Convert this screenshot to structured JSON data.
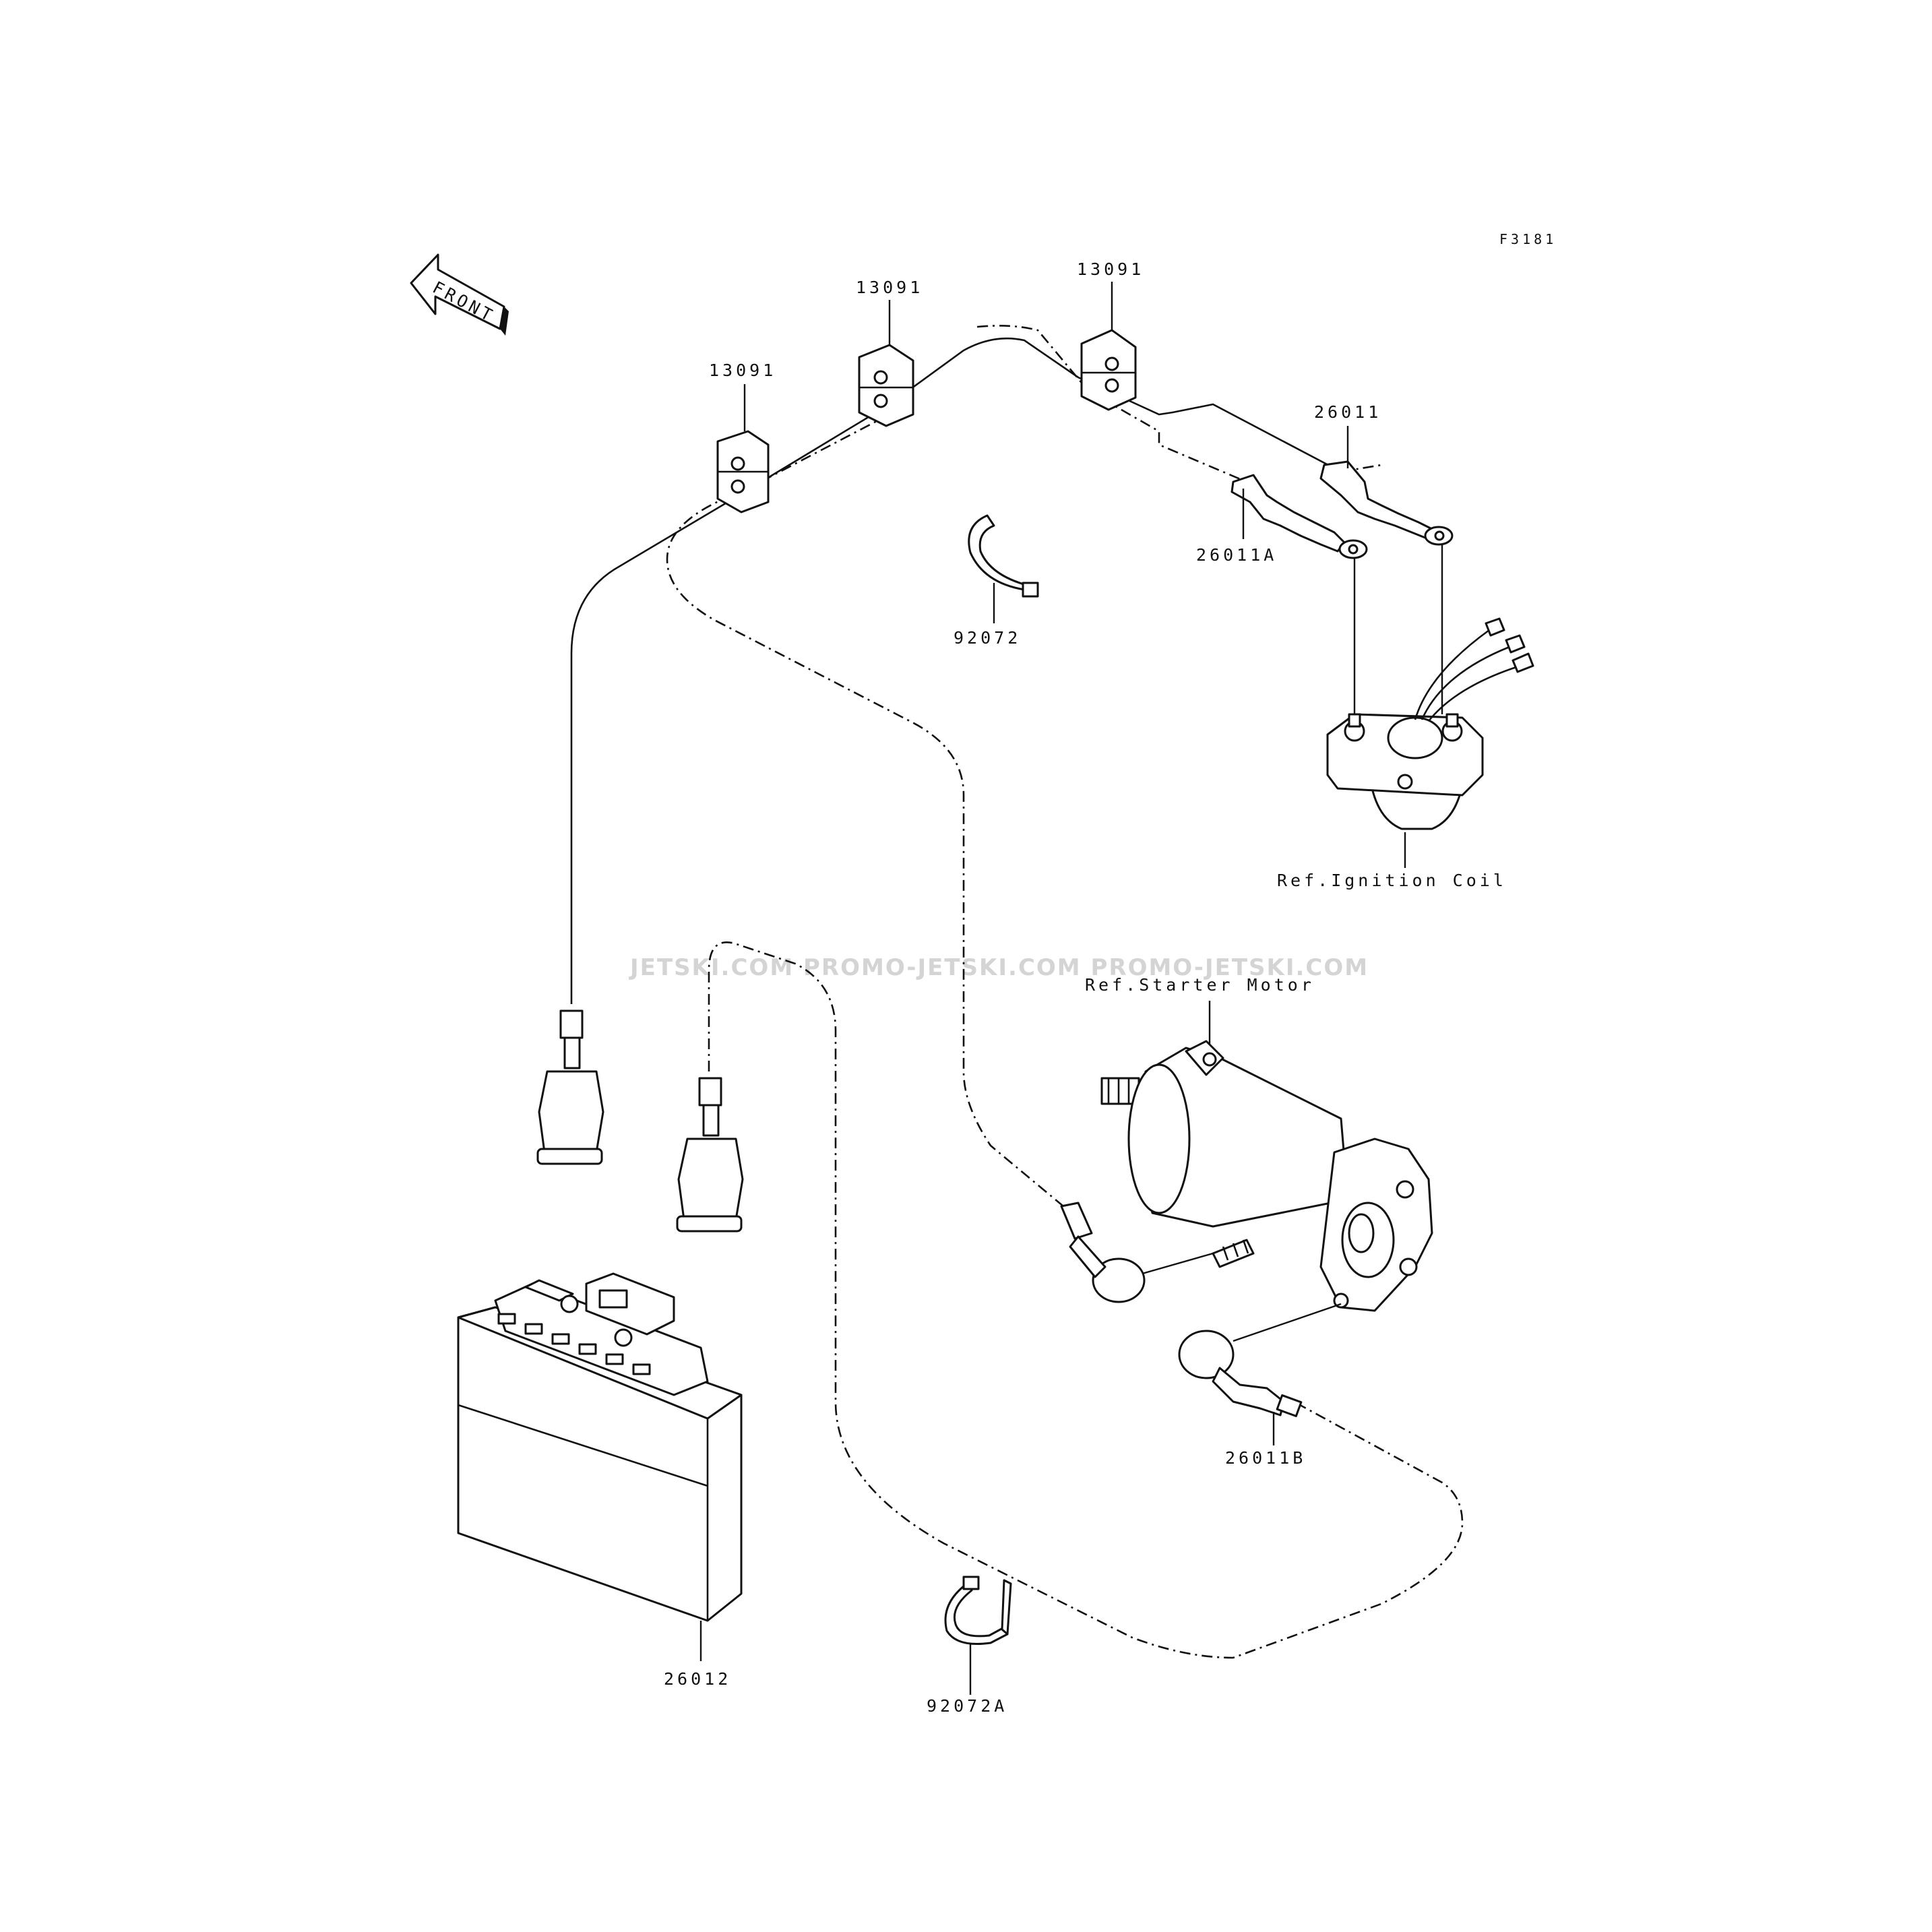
{
  "figure_id": "F3181",
  "front_label": "FRONT",
  "watermark": "JETSKI.COM  PROMO-JETSKI.COM  PROMO-JETSKI.COM",
  "parts": [
    {
      "name": "clamp-13091-a",
      "label": "13091"
    },
    {
      "name": "clamp-13091-b",
      "label": "13091"
    },
    {
      "name": "clamp-13091-c",
      "label": "13091"
    },
    {
      "name": "cable-26011",
      "label": "26011"
    },
    {
      "name": "cable-26011a",
      "label": "26011A"
    },
    {
      "name": "band-92072",
      "label": "92072"
    },
    {
      "name": "ignition-coil-ref",
      "label": "Ref.Ignition Coil"
    },
    {
      "name": "starter-motor-ref",
      "label": "Ref.Starter Motor"
    },
    {
      "name": "cable-26011b",
      "label": "26011B"
    },
    {
      "name": "battery-26012",
      "label": "26012"
    },
    {
      "name": "band-92072a",
      "label": "92072A"
    }
  ]
}
